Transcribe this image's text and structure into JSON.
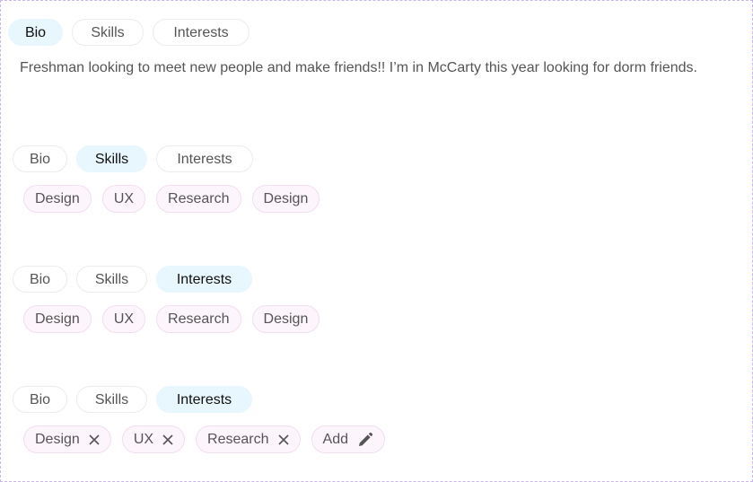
{
  "tabs": {
    "bio": "Bio",
    "skills": "Skills",
    "interests": "Interests"
  },
  "bio_text": "Freshman looking to meet new people and make friends!! I’m in McCarty this year looking for dorm friends.",
  "chips": [
    "Design",
    "UX",
    "Research",
    "Design"
  ],
  "editable_chips": [
    "Design",
    "UX",
    "Research"
  ],
  "add_label": "Add",
  "colors": {
    "active_tab_bg": "#e8f6fd",
    "chip_bg": "#fdf5fc",
    "chip_border": "#f1def0",
    "frame_border": "#c9b7ea"
  },
  "icons": {
    "remove": "close-icon",
    "add": "pencil-icon"
  }
}
